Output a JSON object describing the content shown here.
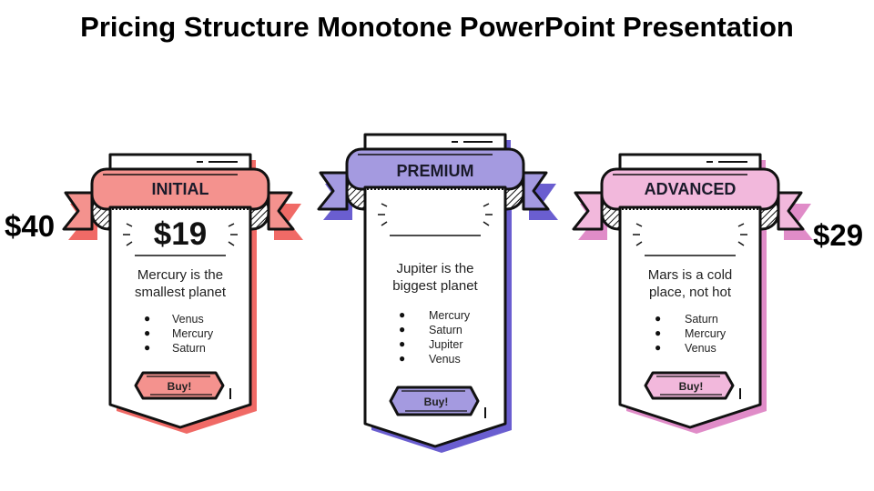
{
  "title": "Pricing Structure Monotone PowerPoint Presentation",
  "side_prices": {
    "left": "$40",
    "right": "$29"
  },
  "cards": [
    {
      "name": "INITIAL",
      "price": "$19",
      "desc1": "Mercury is the",
      "desc2": "smallest planet",
      "bullets": [
        "Venus",
        "Mercury",
        "Saturn"
      ],
      "button": "Buy!",
      "color": "#f4928e",
      "shadow": "#f06a66"
    },
    {
      "name": "PREMIUM",
      "price": "",
      "desc1": "Jupiter is the",
      "desc2": "biggest planet",
      "bullets": [
        "Mercury",
        "Saturn",
        "Jupiter",
        "Venus"
      ],
      "button": "Buy!",
      "color": "#a49ae0",
      "shadow": "#6a5ed0"
    },
    {
      "name": "ADVANCED",
      "price": "",
      "desc1": "Mars is a cold",
      "desc2": "place, not hot",
      "bullets": [
        "Saturn",
        "Mercury",
        "Venus"
      ],
      "button": "Buy!",
      "color": "#f2b8dc",
      "shadow": "#e08cc8"
    }
  ]
}
